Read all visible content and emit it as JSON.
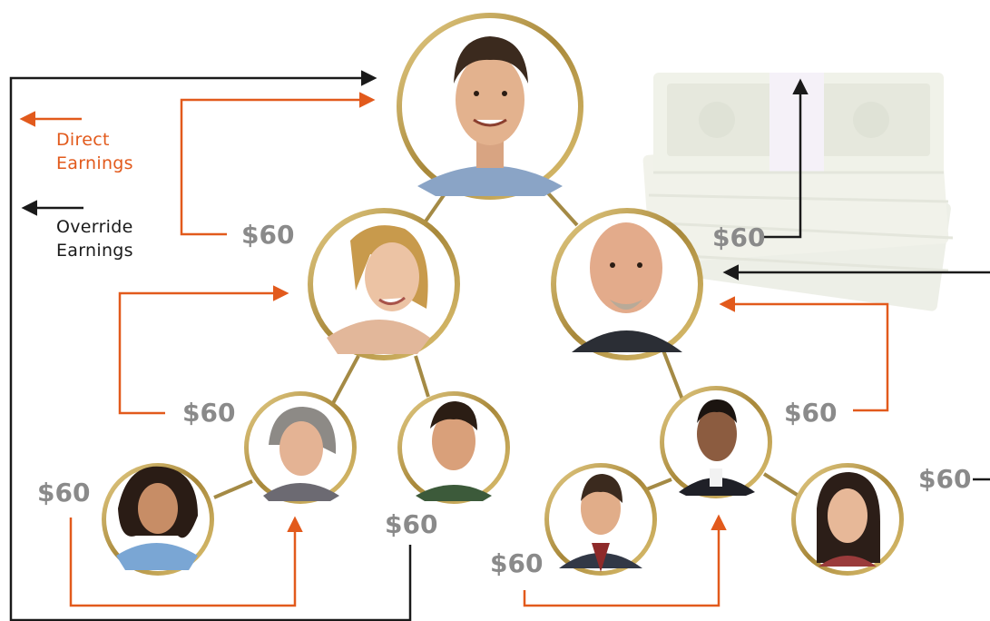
{
  "legend": {
    "direct_line1": "Direct",
    "direct_line2": "Earnings",
    "override_line1": "Override",
    "override_line2": "Earnings"
  },
  "colors": {
    "direct_arrow": "#e25a1c",
    "override_arrow": "#1a1a1a",
    "connector": "#a48a45",
    "frame": "#c8a64a",
    "amount_text": "#8a8a8a"
  },
  "amounts": {
    "top_left": "$60",
    "money_stack": "$60",
    "left_member": "$60",
    "right_member": "$60",
    "far_right": "$60",
    "bottom_far_left": "$60",
    "bottom_center": "$60",
    "bottom_right": "$60"
  },
  "nodes": [
    {
      "id": "top",
      "icon": "man-dark-hair-avatar"
    },
    {
      "id": "left",
      "icon": "woman-blonde-avatar"
    },
    {
      "id": "right",
      "icon": "bald-man-avatar"
    },
    {
      "id": "left-a",
      "icon": "woman-curly-hair-avatar"
    },
    {
      "id": "left-b",
      "icon": "older-woman-avatar"
    },
    {
      "id": "left-c",
      "icon": "young-man-avatar"
    },
    {
      "id": "right-a",
      "icon": "man-in-suit-avatar"
    },
    {
      "id": "right-b",
      "icon": "man-in-jacket-avatar"
    },
    {
      "id": "right-c",
      "icon": "woman-dark-hair-avatar"
    }
  ],
  "decorations": {
    "background_icon": "money-stack-icon"
  }
}
